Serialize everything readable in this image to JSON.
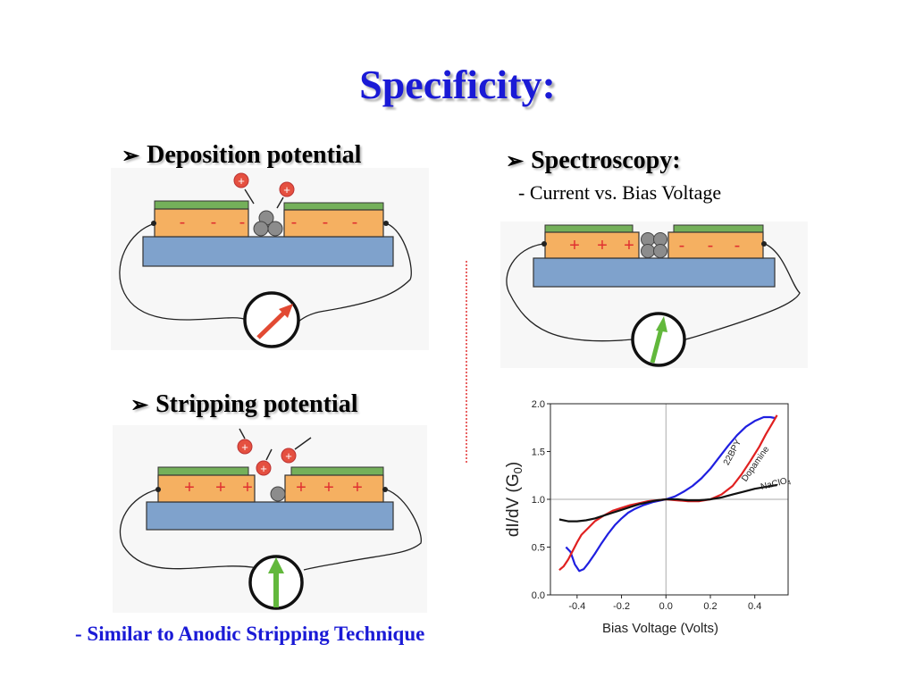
{
  "title": "Specificity:",
  "sections": {
    "deposition": {
      "bullet": "➢",
      "heading": "Deposition potential",
      "left_charges": [
        "-",
        "-",
        "-"
      ],
      "right_charges": [
        "-",
        "-",
        "-"
      ],
      "ion_label": "+"
    },
    "spectroscopy": {
      "bullet": "➢",
      "heading": "Spectroscopy:",
      "subtitle": "- Current vs. Bias Voltage",
      "left_charges": [
        "+",
        "+",
        "+"
      ],
      "right_charges": [
        "-",
        "-",
        "-"
      ]
    },
    "stripping": {
      "bullet": "➢",
      "heading": "Stripping potential",
      "left_charges": [
        "+",
        "+",
        "+"
      ],
      "right_charges": [
        "+",
        "+",
        "+"
      ],
      "ion_label": "+"
    }
  },
  "footer_note": "- Similar to Anodic Stripping Technique",
  "colors": {
    "title": "#1a1ad6",
    "electrode": "#f5b061",
    "electrode_top": "#74b05a",
    "substrate": "#7fa2cc",
    "ion": "#e55040",
    "needle_red": "#e24a33",
    "needle_green": "#62b83c",
    "divider": "#e23030"
  },
  "chart_data": {
    "type": "line",
    "xlabel": "Bias Voltage (Volts)",
    "ylabel": "dI/dV (G",
    "ylabel_sub": "0",
    "ylabel_end": ")",
    "xlim": [
      -0.52,
      0.55
    ],
    "ylim": [
      0.0,
      2.0
    ],
    "xticks": [
      -0.4,
      -0.2,
      0.0,
      0.2,
      0.4
    ],
    "xtick_labels": [
      "-0.4",
      "-0.2",
      "0.0",
      "0.2",
      "0.4"
    ],
    "yticks": [
      0.0,
      0.5,
      1.0,
      1.5,
      2.0
    ],
    "ytick_labels": [
      "0.0",
      "0.5",
      "1.0",
      "1.5",
      "2.0"
    ],
    "series": [
      {
        "name": "22BPY",
        "label_pos": [
          0.28,
          1.35
        ],
        "color": "#1f1fe0",
        "x": [
          -0.45,
          -0.43,
          -0.41,
          -0.39,
          -0.37,
          -0.35,
          -0.32,
          -0.29,
          -0.26,
          -0.23,
          -0.2,
          -0.17,
          -0.14,
          -0.1,
          -0.06,
          -0.02,
          0.0,
          0.04,
          0.08,
          0.12,
          0.16,
          0.2,
          0.24,
          0.28,
          0.32,
          0.36,
          0.4,
          0.44,
          0.47,
          0.49
        ],
        "y": [
          0.5,
          0.45,
          0.32,
          0.25,
          0.27,
          0.33,
          0.43,
          0.54,
          0.64,
          0.73,
          0.8,
          0.86,
          0.9,
          0.94,
          0.97,
          0.99,
          1.0,
          1.03,
          1.08,
          1.14,
          1.22,
          1.32,
          1.44,
          1.56,
          1.67,
          1.76,
          1.82,
          1.86,
          1.86,
          1.85
        ]
      },
      {
        "name": "Dopamine",
        "label_pos": [
          0.36,
          1.18
        ],
        "color": "#e02020",
        "x": [
          -0.48,
          -0.46,
          -0.44,
          -0.42,
          -0.4,
          -0.38,
          -0.35,
          -0.32,
          -0.28,
          -0.24,
          -0.2,
          -0.16,
          -0.12,
          -0.08,
          -0.04,
          0.0,
          0.05,
          0.1,
          0.15,
          0.2,
          0.25,
          0.3,
          0.34,
          0.38,
          0.42,
          0.45,
          0.48,
          0.5
        ],
        "y": [
          0.26,
          0.3,
          0.37,
          0.46,
          0.55,
          0.63,
          0.7,
          0.77,
          0.83,
          0.88,
          0.91,
          0.94,
          0.96,
          0.98,
          0.99,
          1.0,
          0.99,
          0.98,
          0.98,
          1.0,
          1.05,
          1.14,
          1.26,
          1.4,
          1.55,
          1.68,
          1.8,
          1.88
        ]
      },
      {
        "name": "NaClO",
        "name_sub": "4",
        "label_pos": [
          0.43,
          1.1
        ],
        "color": "#111111",
        "x": [
          -0.48,
          -0.44,
          -0.4,
          -0.36,
          -0.32,
          -0.28,
          -0.24,
          -0.2,
          -0.16,
          -0.12,
          -0.08,
          -0.04,
          0.0,
          0.05,
          0.1,
          0.15,
          0.2,
          0.25,
          0.3,
          0.35,
          0.4,
          0.45,
          0.5
        ],
        "y": [
          0.79,
          0.77,
          0.77,
          0.78,
          0.8,
          0.83,
          0.86,
          0.89,
          0.92,
          0.95,
          0.97,
          0.99,
          1.0,
          1.0,
          0.99,
          0.99,
          1.0,
          1.02,
          1.05,
          1.08,
          1.11,
          1.13,
          1.15
        ]
      }
    ]
  }
}
